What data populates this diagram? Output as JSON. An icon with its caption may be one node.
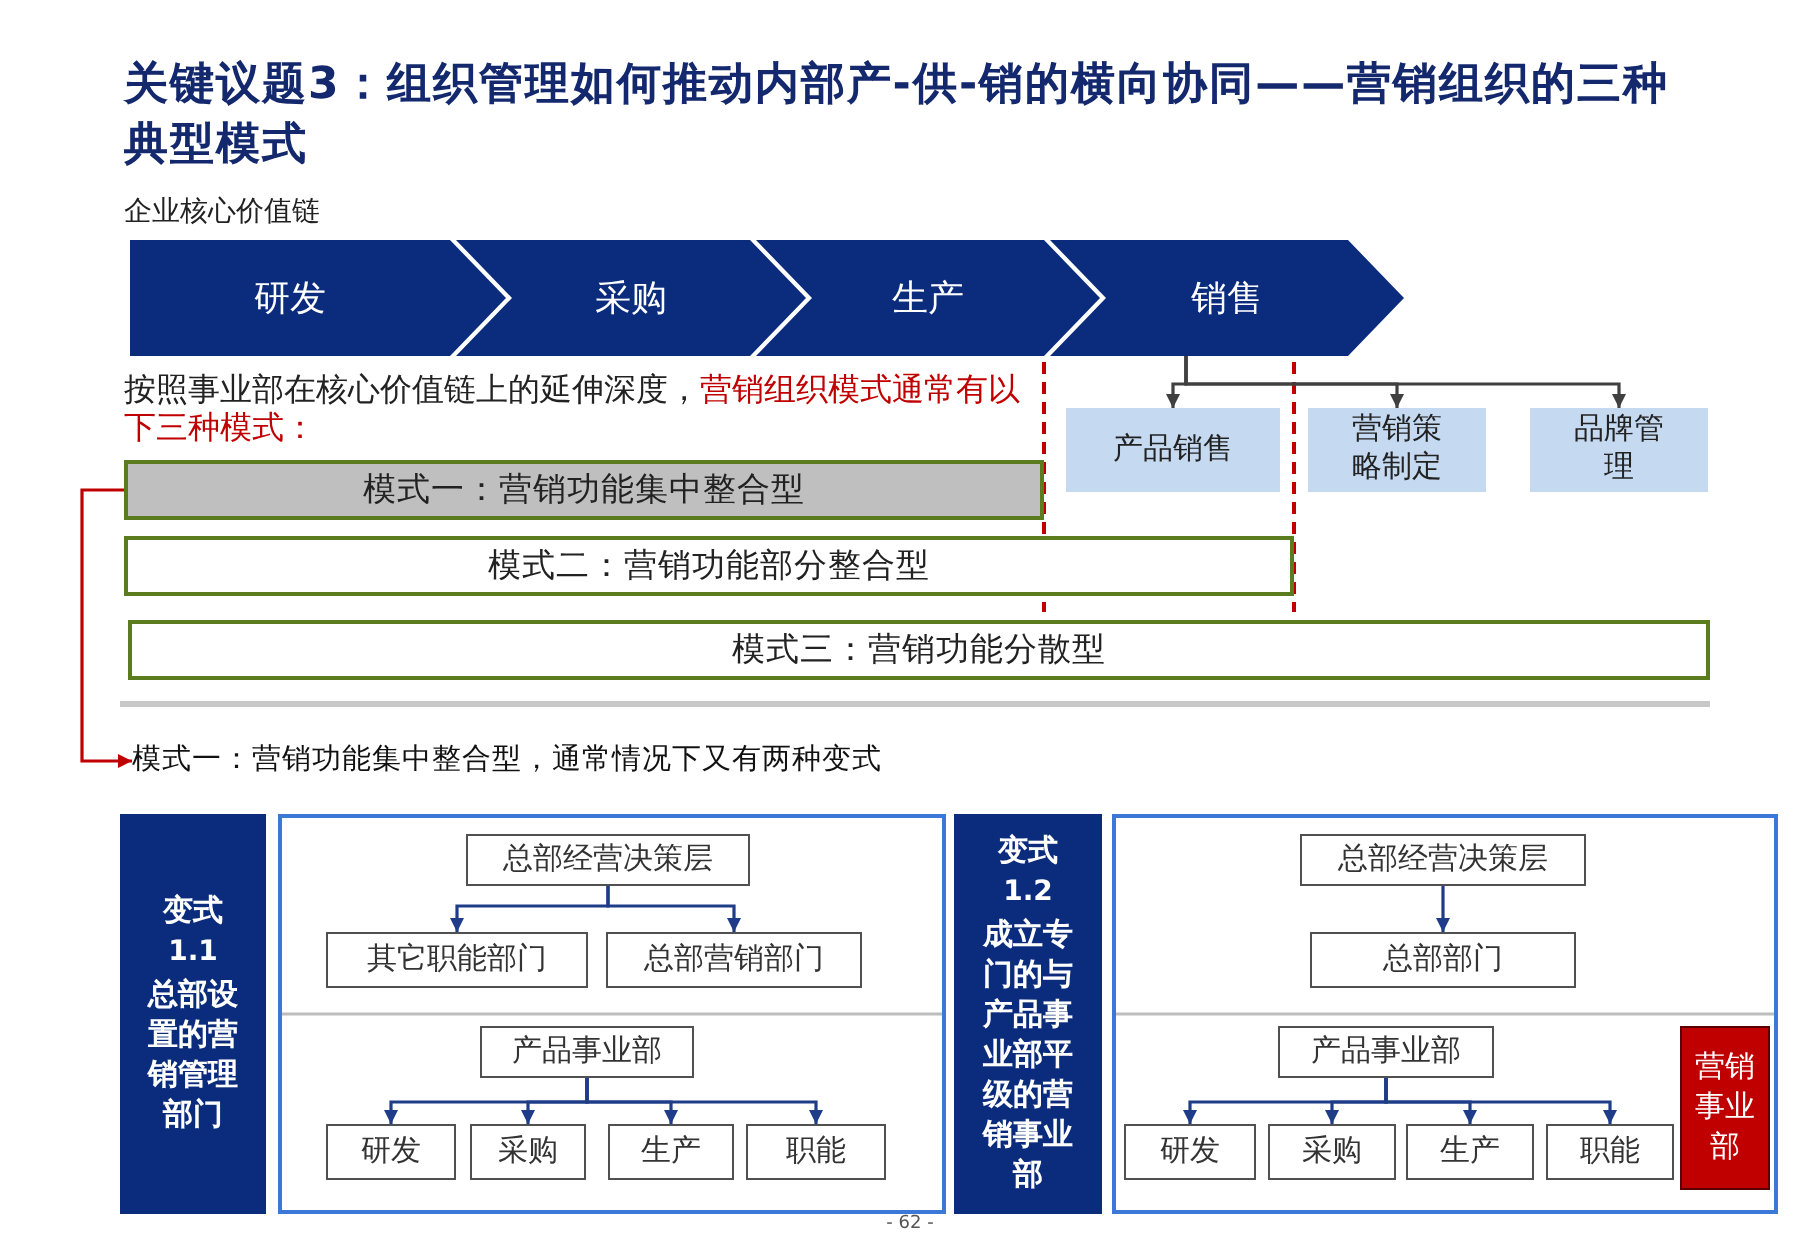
{
  "diagram": {
    "title": "关键议题3：组织管理如何推动内部产-供-销的横向协同——营销组织的三种典型模式",
    "nodes": [
      {
        "text": [
          "研发"
        ]
      },
      {
        "text": [
          "采购"
        ]
      },
      {
        "text": [
          "生产"
        ]
      },
      {
        "text": [
          "销售"
        ]
      },
      {
        "text": [
          "产品销售"
        ]
      },
      {
        "text": [
          "营销策略制定"
        ]
      },
      {
        "text": [
          "品牌管理"
        ]
      },
      {
        "text": [
          "模式一：营销功能集中整合型"
        ]
      },
      {
        "text": [
          "模式二：营销功能部分整合型"
        ]
      },
      {
        "text": [
          "模式三：营销功能分散型"
        ]
      },
      {
        "text": [
          "模式一：营销功能集中整合型，通常情况下又有两种变式"
        ]
      },
      {
        "text": [
          "变式",
          "1.1",
          "总部设置的营销管理部门"
        ]
      },
      {
        "text": [],
        "shape": "box"
      },
      {
        "text": [
          "总部经营决策层"
        ],
        "in": 12
      },
      {
        "text": [
          "其它职能部门"
        ],
        "in": 12
      },
      {
        "text": [
          "总部营销部门"
        ],
        "in": 12
      },
      {
        "text": [
          "产品事业部"
        ],
        "in": 12
      },
      {
        "text": [
          "研发"
        ],
        "in": 12
      },
      {
        "text": [
          "采购"
        ],
        "in": 12
      },
      {
        "text": [
          "生产"
        ],
        "in": 12
      },
      {
        "text": [
          "职能"
        ],
        "in": 12
      },
      {
        "text": [
          "变式",
          "1.2",
          "成立专门的与产品事业部平级的营销事业部"
        ]
      },
      {
        "text": [],
        "shape": "box"
      },
      {
        "text": [
          "总部经营决策层"
        ],
        "in": 22
      },
      {
        "text": [
          "总部部门"
        ],
        "in": 22
      },
      {
        "text": [
          "产品事业部"
        ],
        "in": 22
      },
      {
        "text": [
          "研发"
        ],
        "in": 22
      },
      {
        "text": [
          "采购"
        ],
        "in": 22
      },
      {
        "text": [
          "生产"
        ],
        "in": 22
      },
      {
        "text": [
          "职能"
        ],
        "in": 22
      },
      {
        "text": [
          "营销事业部"
        ],
        "in": 22
      }
    ],
    "edges": [
      {
        "from": 3,
        "to": 4,
        "arrow": "to",
        "color": "#404040"
      },
      {
        "from": 3,
        "to": 5,
        "arrow": "to",
        "color": "#404040"
      },
      {
        "from": 3,
        "to": 6,
        "arrow": "to",
        "color": "#404040"
      },
      {
        "from": 7,
        "to": 10,
        "arrow": "to",
        "color": "#c00000"
      },
      {
        "from": 13,
        "to": 14,
        "arrow": "to"
      },
      {
        "from": 13,
        "to": 15,
        "arrow": "to"
      },
      {
        "from": 16,
        "to": 17,
        "arrow": "to"
      },
      {
        "from": 16,
        "to": 18,
        "arrow": "to"
      },
      {
        "from": 16,
        "to": 19,
        "arrow": "to"
      },
      {
        "from": 16,
        "to": 20,
        "arrow": "to"
      },
      {
        "from": 23,
        "to": 24,
        "arrow": "to"
      },
      {
        "from": 25,
        "to": 26,
        "arrow": "to"
      },
      {
        "from": 25,
        "to": 27,
        "arrow": "to"
      },
      {
        "from": 25,
        "to": 28,
        "arrow": "to"
      },
      {
        "from": 25,
        "to": 29,
        "arrow": "to"
      }
    ],
    "labels": [
      "企业核心价值链",
      "按照事业部在核心价值链上的延伸深度，",
      "营销组织模式通常有以下三种模式：",
      "- 62 -"
    ]
  }
}
